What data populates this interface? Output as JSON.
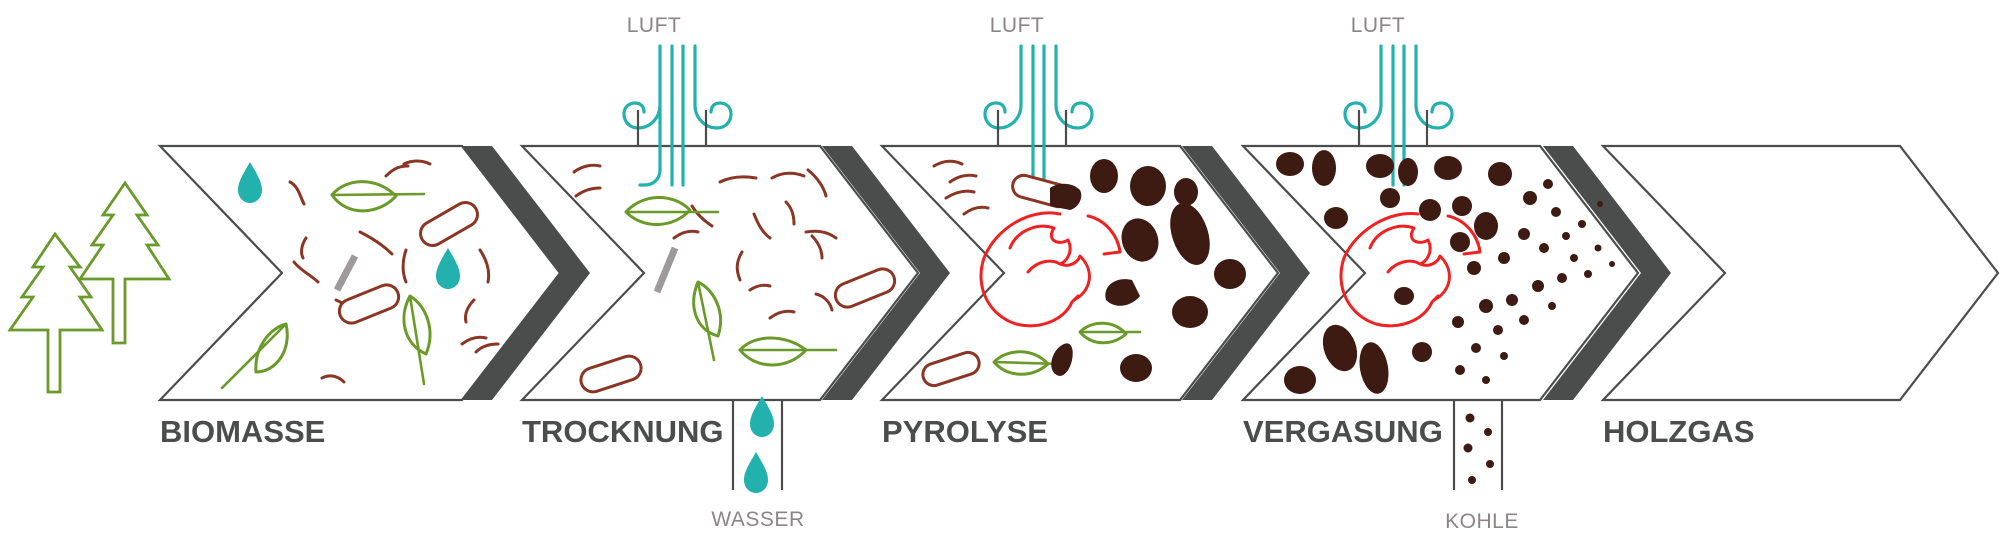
{
  "stages": [
    {
      "label": "BIOMASSE"
    },
    {
      "label": "TROCKNUNG"
    },
    {
      "label": "PYROLYSE"
    },
    {
      "label": "VERGASUNG"
    },
    {
      "label": "HOLZGAS"
    }
  ],
  "inputs": {
    "air_labels": [
      "LUFT",
      "LUFT",
      "LUFT"
    ]
  },
  "outputs": {
    "water_label": "WASSER",
    "charcoal_label": "KOHLE"
  },
  "colors": {
    "outline": "#4a4d4c",
    "tree_green": "#6a9a2a",
    "wood_brown": "#8b3524",
    "water_teal": "#23b1ad",
    "fire_red": "#ee2222",
    "charcoal": "#3d1a12",
    "secondary_text": "#8c8586"
  },
  "icons": [
    "tree-icon",
    "leaf-icon",
    "water-drop-icon",
    "air-flow-icon",
    "flame-icon",
    "charcoal-icon"
  ]
}
